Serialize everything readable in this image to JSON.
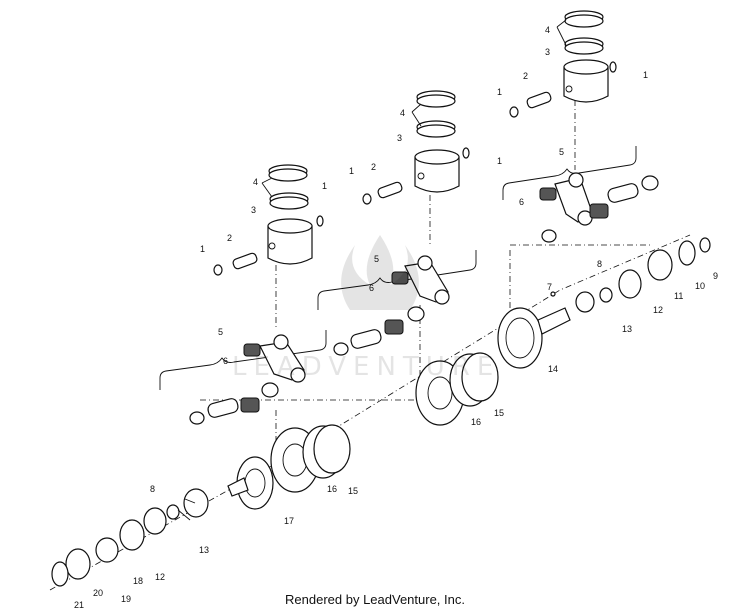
{
  "diagram": {
    "callouts": {
      "c1a": "1",
      "c2a": "2",
      "c3a": "3",
      "c4a": "4",
      "c1a2": "1",
      "c1b": "1",
      "c2b": "2",
      "c3b": "3",
      "c4b": "4",
      "c1b2": "1",
      "c1c": "1",
      "c2c": "2",
      "c3c": "3",
      "c4c": "4",
      "c1c2": "1",
      "c5a": "5",
      "c6a": "6",
      "c5b": "5",
      "c6b": "6",
      "c5c": "5",
      "c6c": "6",
      "c7": "7",
      "c8r": "8",
      "c9": "9",
      "c10": "10",
      "c11": "11",
      "c12r": "12",
      "c13r": "13",
      "c14": "14",
      "c15a": "15",
      "c16a": "16",
      "c15b": "15",
      "c16b": "16",
      "c17": "17",
      "c8l": "8",
      "c12l": "12",
      "c13l": "13",
      "c18": "18",
      "c19": "19",
      "c20": "20",
      "c21": "21"
    }
  },
  "watermark": {
    "text": "LEADVENTURE"
  },
  "footer": {
    "credit": "Rendered by LeadVenture, Inc."
  }
}
